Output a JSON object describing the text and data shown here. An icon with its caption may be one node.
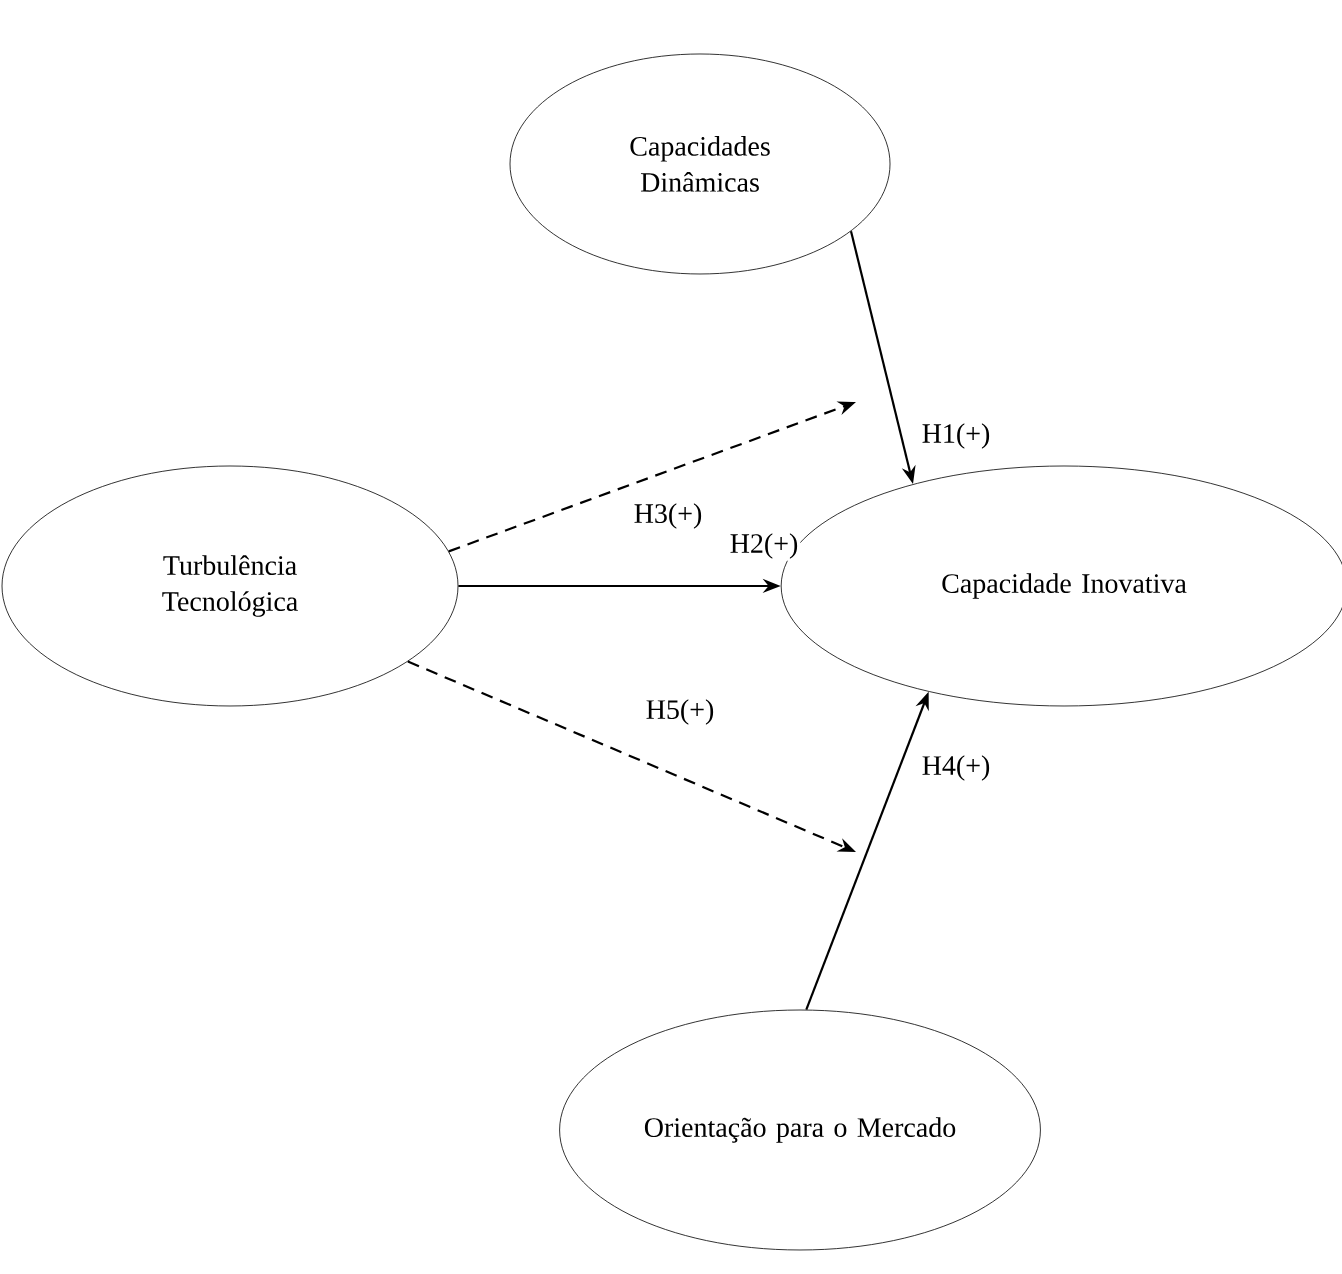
{
  "diagram": {
    "nodes": [
      {
        "text": [
          "Capacidades Dinâmicas"
        ]
      },
      {
        "text": [
          "Turbulência Tecnológica"
        ]
      },
      {
        "text": [
          "Capacidade Inovativa"
        ]
      },
      {
        "text": [
          "Orientação para o Mercado"
        ]
      }
    ],
    "edges": [
      {
        "from": 0,
        "to": 2,
        "arrow": "to",
        "label": "H1(+)"
      },
      {
        "from": 1,
        "to": 2,
        "arrow": "to",
        "label": "H2(+)"
      },
      {
        "from": 1,
        "to": null,
        "arrow": "to",
        "label": "H3(+)",
        "style": "dashed"
      },
      {
        "from": 3,
        "to": 2,
        "arrow": "to",
        "label": "H4(+)"
      },
      {
        "from": 1,
        "to": null,
        "arrow": "to",
        "label": "H5(+)",
        "style": "dashed"
      }
    ]
  }
}
